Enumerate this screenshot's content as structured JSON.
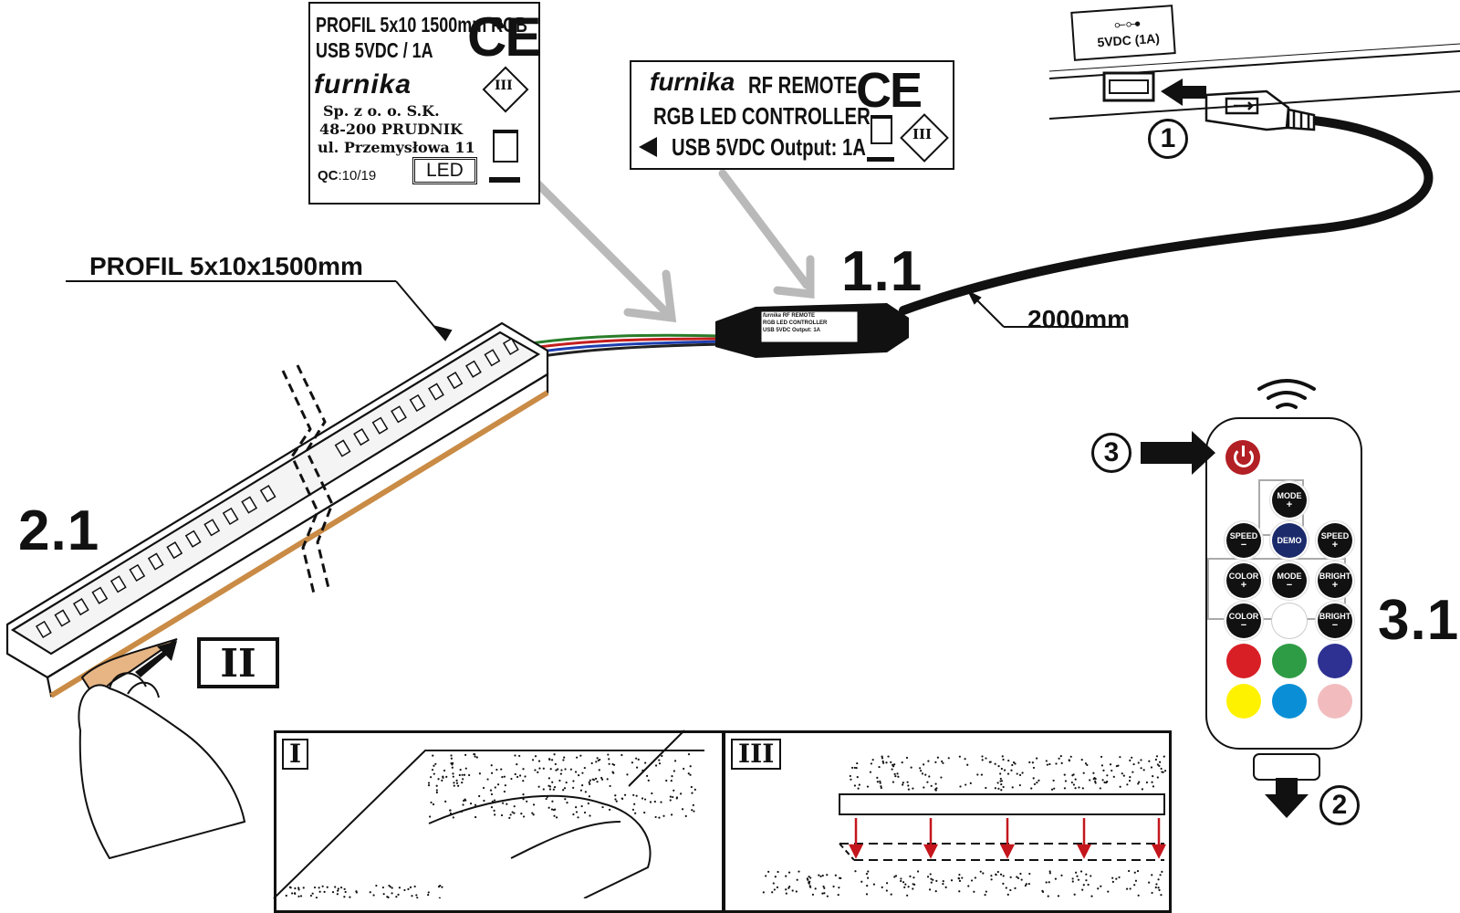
{
  "profile_label": {
    "line1": "PROFIL 5x10 1500mm RGB",
    "line2": "USB 5VDC / 1A",
    "brand": "furnika",
    "addr1": "Sp. z o. o. S.K.",
    "addr2": "48-200 PRUDNIK",
    "addr3": "ul. Przemysłowa 11",
    "qc_key": "QC",
    "qc_val": ":10/19",
    "led": "LED",
    "ce": "CE",
    "class": "III"
  },
  "controller_label": {
    "brand": "furnika",
    "line1": "RF REMOTE",
    "line2": "RGB LED CONTROLLER",
    "line3": "USB 5VDC Output: 1A",
    "ce": "CE",
    "class": "III"
  },
  "controller_small": {
    "brand": "furnika",
    "rf": "RF REMOTE",
    "line2": "RGB LED CONTROLLER",
    "line3": "USB 5VDC Output: 1A"
  },
  "usb_port": {
    "label": "5VDC (1A)"
  },
  "dimensions": {
    "profile": "PROFIL 5x10x1500mm",
    "cable": "2000mm"
  },
  "section_numbers": {
    "controller": "1.1",
    "profile": "2.1",
    "remote": "3.1"
  },
  "steps": {
    "s1": "1",
    "s2": "2",
    "s3": "3"
  },
  "tape_step": "II",
  "panels": {
    "clean": "I",
    "mount": "III"
  },
  "remote": {
    "buttons": [
      {
        "top": "MODE",
        "bottom": "+"
      },
      {
        "top": "SPEED",
        "bottom": "−"
      },
      {
        "top": "DEMO",
        "bottom": ""
      },
      {
        "top": "SPEED",
        "bottom": "+"
      },
      {
        "top": "COLOR",
        "bottom": "+"
      },
      {
        "top": "MODE",
        "bottom": "−"
      },
      {
        "top": "BRIGHT",
        "bottom": "+"
      },
      {
        "top": "COLOR",
        "bottom": "−"
      },
      {
        "top": "BRIGHT",
        "bottom": "−"
      }
    ],
    "colors": {
      "power": "#b21f24",
      "white": "#ffffff",
      "red": "#d81f26",
      "green": "#2e9b45",
      "blue": "#2e3192",
      "yellow": "#fff200",
      "cyan": "#0a8fd6",
      "pink": "#f2bcbf",
      "demo": "#1b2a6b"
    }
  }
}
